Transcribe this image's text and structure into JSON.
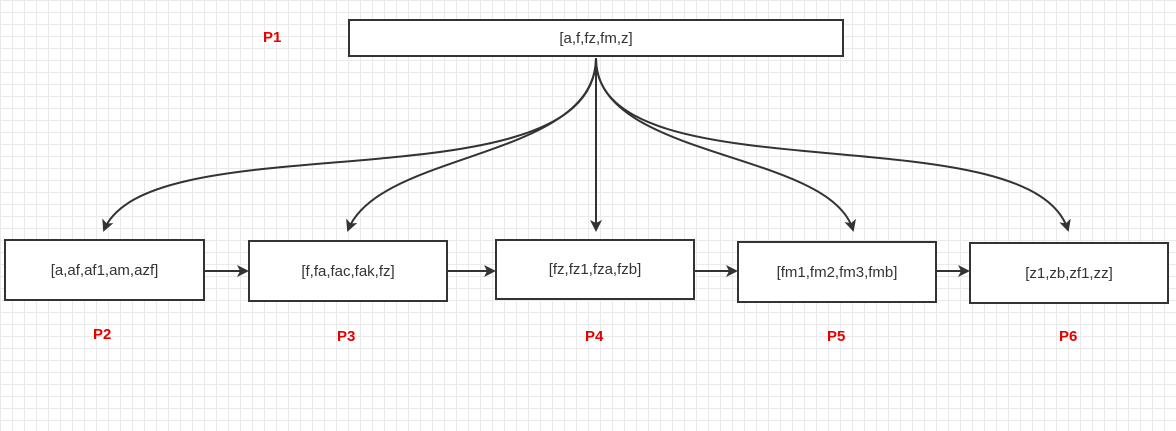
{
  "diagram": {
    "root": {
      "id": "p1",
      "label": "P1",
      "keys": "[a,f,fz,fm,z]"
    },
    "children": [
      {
        "id": "p2",
        "label": "P2",
        "keys": "[a,af,af1,am,azf]"
      },
      {
        "id": "p3",
        "label": "P3",
        "keys": "[f,fa,fac,fak,fz]"
      },
      {
        "id": "p4",
        "label": "P4",
        "keys": "[fz,fz1,fza,fzb]"
      },
      {
        "id": "p5",
        "label": "P5",
        "keys": "[fm1,fm2,fm3,fmb]"
      },
      {
        "id": "p6",
        "label": "P6",
        "keys": "[z1,zb,zf1,zz]"
      }
    ],
    "edges": [
      {
        "from": "p1",
        "to": "p2",
        "kind": "parent-child"
      },
      {
        "from": "p1",
        "to": "p3",
        "kind": "parent-child"
      },
      {
        "from": "p1",
        "to": "p4",
        "kind": "parent-child"
      },
      {
        "from": "p1",
        "to": "p5",
        "kind": "parent-child"
      },
      {
        "from": "p1",
        "to": "p6",
        "kind": "parent-child"
      },
      {
        "from": "p2",
        "to": "p3",
        "kind": "sibling-link"
      },
      {
        "from": "p3",
        "to": "p4",
        "kind": "sibling-link"
      },
      {
        "from": "p4",
        "to": "p5",
        "kind": "sibling-link"
      },
      {
        "from": "p5",
        "to": "p6",
        "kind": "sibling-link"
      }
    ],
    "colors": {
      "node_border": "#333333",
      "edge": "#333333",
      "page_label": "#e60000",
      "grid": "#e9e9e9",
      "background": "#ffffff"
    }
  }
}
